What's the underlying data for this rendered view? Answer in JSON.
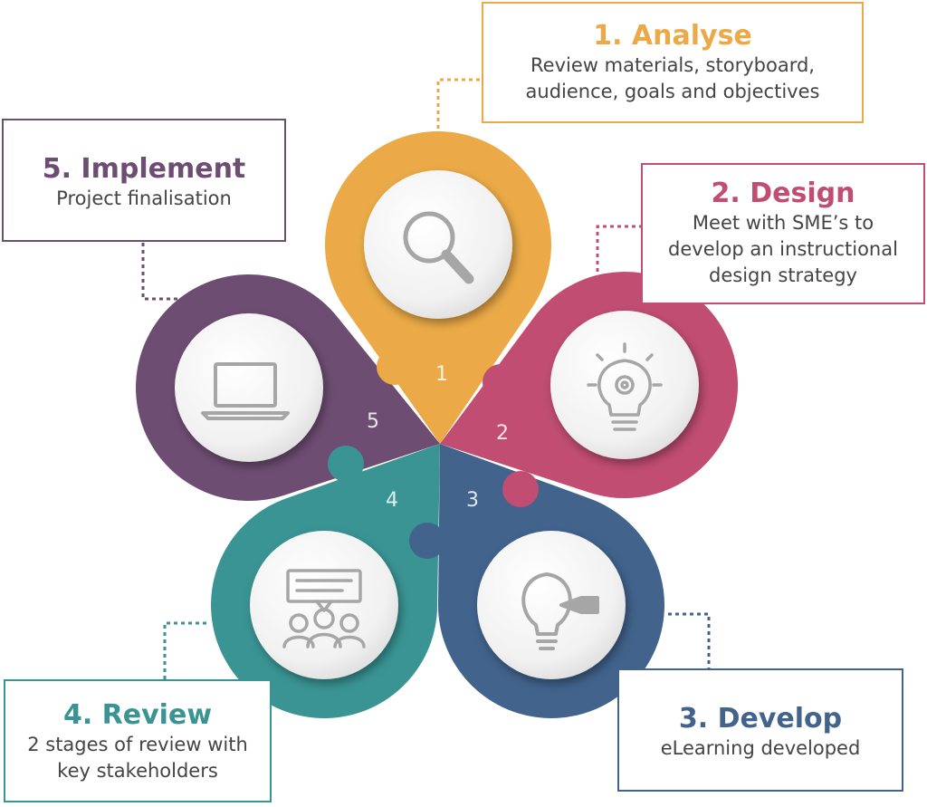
{
  "colors": {
    "analyse": "#EBAA47",
    "design": "#C14D73",
    "develop": "#41638C",
    "review": "#3A9494",
    "implement": "#6E4D72",
    "circle": "#F2F2F2",
    "icon": "#A6A6A6"
  },
  "petal_numbers": [
    "1",
    "2",
    "3",
    "4",
    "5"
  ],
  "steps": {
    "analyse": {
      "title": "1. Analyse",
      "desc": [
        "Review materials, storyboard,",
        "audience, goals and objectives"
      ],
      "icon": "magnifier-icon"
    },
    "design": {
      "title": "2. Design",
      "desc": [
        "Meet with SME’s to",
        "develop an instructional",
        "design strategy"
      ],
      "icon": "lightbulb-gear-icon"
    },
    "develop": {
      "title": "3. Develop",
      "desc": [
        "eLearning developed"
      ],
      "icon": "lightbulb-tag-icon"
    },
    "review": {
      "title": "4. Review",
      "desc": [
        "2 stages of review with",
        "key stakeholders"
      ],
      "icon": "speech-group-icon"
    },
    "implement": {
      "title": "5. Implement",
      "desc": [
        "Project finalisation"
      ],
      "icon": "laptop-icon"
    }
  }
}
